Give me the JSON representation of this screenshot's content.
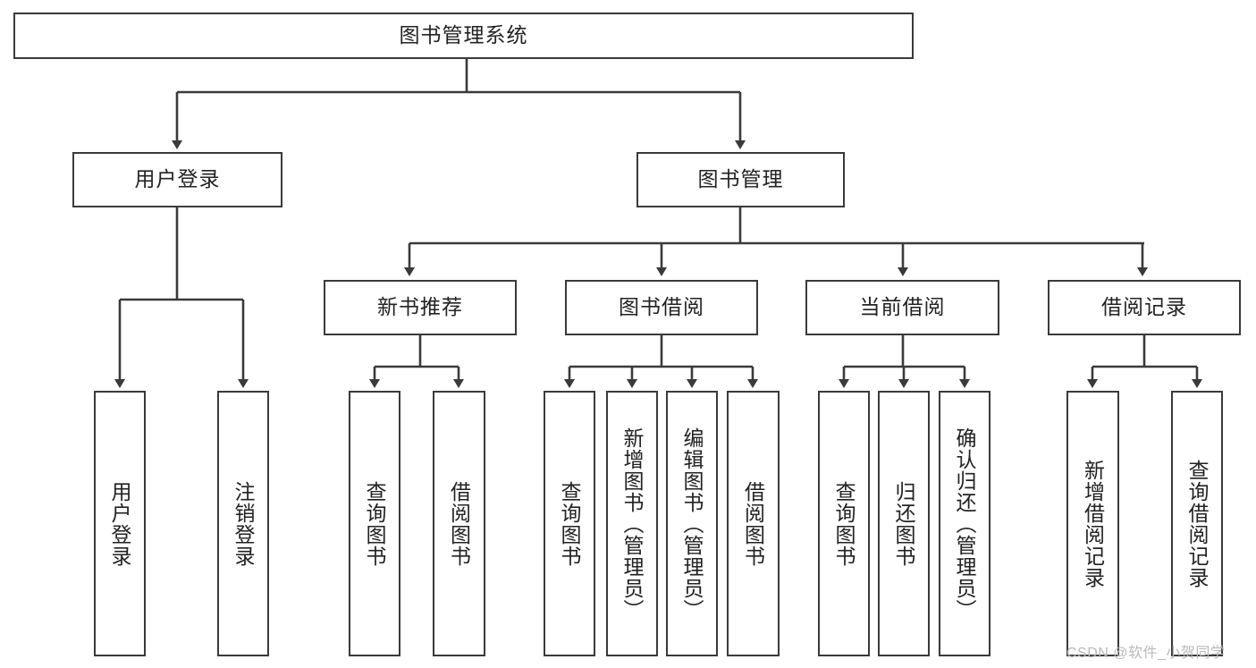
{
  "diagram": {
    "type": "hierarchy-tree",
    "title": "图书管理系统",
    "root": {
      "label": "图书管理系统"
    },
    "level2": [
      {
        "id": "user-login",
        "label": "用户登录"
      },
      {
        "id": "book-manage",
        "label": "图书管理"
      }
    ],
    "level3": [
      {
        "id": "new-book-recommend",
        "label": "新书推荐",
        "parent": "book-manage"
      },
      {
        "id": "book-borrow",
        "label": "图书借阅",
        "parent": "book-manage"
      },
      {
        "id": "current-borrow",
        "label": "当前借阅",
        "parent": "book-manage"
      },
      {
        "id": "borrow-record",
        "label": "借阅记录",
        "parent": "book-manage"
      }
    ],
    "leaves": [
      {
        "id": "leaf-user-login",
        "label": "用户登录",
        "parent": "user-login"
      },
      {
        "id": "leaf-user-logout",
        "label": "注销登录",
        "parent": "user-login"
      },
      {
        "id": "leaf-query-book-1",
        "label": "查询图书",
        "parent": "new-book-recommend"
      },
      {
        "id": "leaf-borrow-book-1",
        "label": "借阅图书",
        "parent": "new-book-recommend"
      },
      {
        "id": "leaf-query-book-2",
        "label": "查询图书",
        "parent": "book-borrow"
      },
      {
        "id": "leaf-add-book",
        "label": "新增图书（管理员）",
        "parent": "book-borrow"
      },
      {
        "id": "leaf-edit-book",
        "label": "编辑图书（管理员）",
        "parent": "book-borrow"
      },
      {
        "id": "leaf-borrow-book-2",
        "label": "借阅图书",
        "parent": "book-borrow"
      },
      {
        "id": "leaf-query-book-3",
        "label": "查询图书",
        "parent": "current-borrow"
      },
      {
        "id": "leaf-return-book",
        "label": "归还图书",
        "parent": "current-borrow"
      },
      {
        "id": "leaf-confirm-return",
        "label": "确认归还（管理员）",
        "parent": "current-borrow"
      },
      {
        "id": "leaf-add-record",
        "label": "新增借阅记录",
        "parent": "borrow-record"
      },
      {
        "id": "leaf-query-record",
        "label": "查询借阅记录",
        "parent": "borrow-record"
      }
    ],
    "colors": {
      "stroke": "#3a3a3a",
      "fill": "#ffffff",
      "text": "#222222",
      "watermark": "#b9b9b9"
    }
  },
  "watermark": {
    "text": "CSDN @软件_小贺同学"
  }
}
